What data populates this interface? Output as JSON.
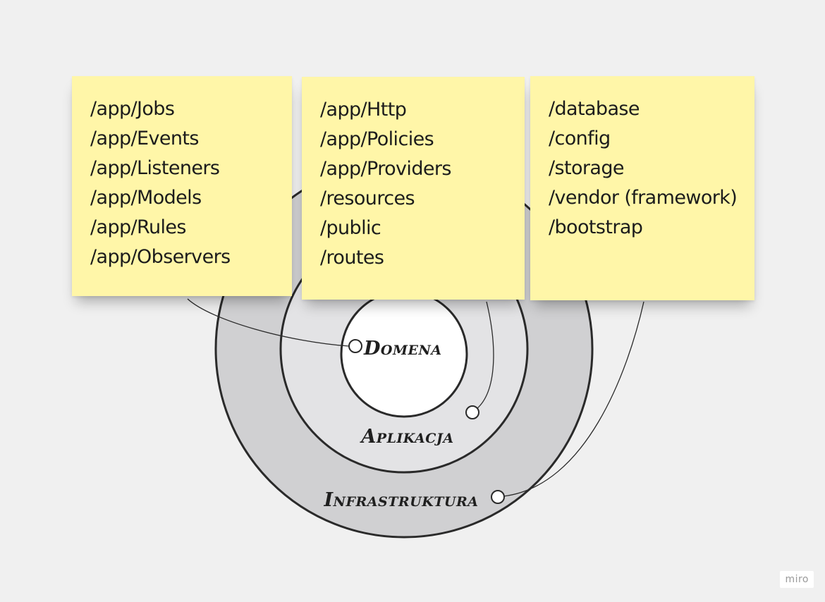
{
  "layers": {
    "domain": "Domena",
    "application": "Aplikacja",
    "infrastructure": "Infrastruktura"
  },
  "notes": {
    "domain": [
      "/app/Jobs",
      "/app/Events",
      "/app/Listeners",
      "/app/Models",
      "/app/Rules",
      "/app/Observers"
    ],
    "application": [
      "/app/Http",
      "/app/Policies",
      "/app/Providers",
      "/resources",
      "/public",
      "/routes"
    ],
    "infrastructure": [
      "/database",
      "/config",
      "/storage",
      "/vendor (framework)",
      "/bootstrap"
    ]
  },
  "colors": {
    "note": "#fff6a8",
    "outer_ring": "#d0d0d2",
    "middle_ring": "#e3e3e5",
    "core": "#ffffff",
    "stroke": "#2a2a2a",
    "background": "#f0f0f0"
  },
  "watermark": "miro"
}
